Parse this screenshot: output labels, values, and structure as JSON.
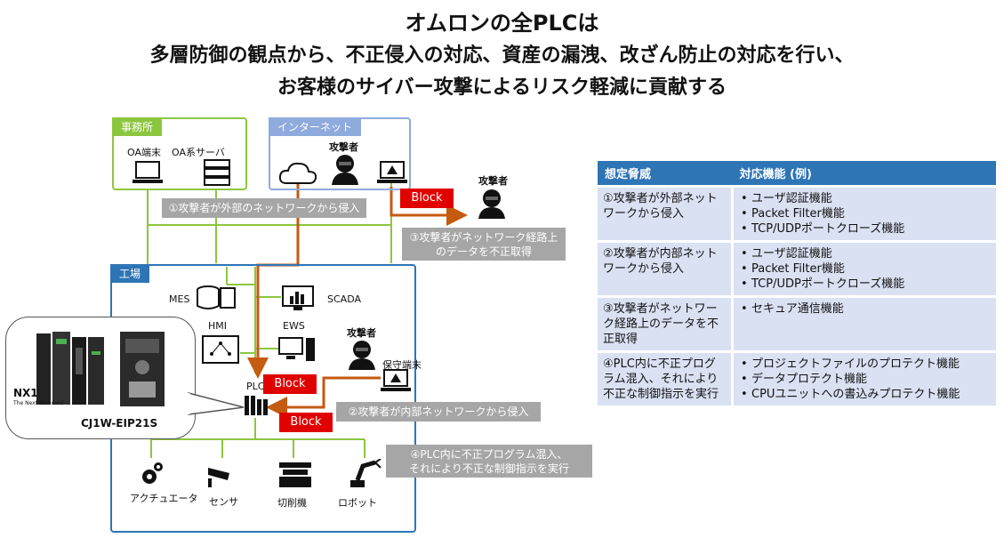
{
  "title": {
    "line1": "オムロンの全PLCは",
    "line2": "多層防御の観点から、不正侵入の対応、資産の漏洩、改ざん防止の対応を行い、",
    "line3": "お客様のサイバー攻撃によるリスク軽減に貢献する"
  },
  "zones": {
    "office": "事務所",
    "internet": "インターネット",
    "factory": "工場"
  },
  "labels": {
    "oa_terminal": "OA端末",
    "oa_server": "OA系サーバ",
    "attacker": "攻撃者",
    "mes": "MES",
    "scada": "SCADA",
    "hmi": "HMI",
    "ews": "EWS",
    "maintenance": "保守端末",
    "plc": "PLC",
    "actuator": "アクチュエータ",
    "sensor": "センサ",
    "cutter": "切削機",
    "robot": "ロボット",
    "nx1": "NX1",
    "nx1_sub": "The Next Standard",
    "cj1w": "CJ1W-EIP21S"
  },
  "paths": {
    "p1": "①攻撃者が外部のネットワークから侵入",
    "p2": "②攻撃者が内部ネットワークから侵入",
    "p3_l1": "③攻撃者がネットワーク経路上",
    "p3_l2": "のデータを不正取得",
    "p4_l1": "④PLC内に不正プログラム混入、",
    "p4_l2": "それにより不正な制御指示を実行"
  },
  "block_label": "Block",
  "table": {
    "headers": [
      "想定脅威",
      "対応機能 (例)"
    ],
    "rows": [
      {
        "threat": "①攻撃者が外部ネットワークから侵入",
        "functions": [
          "ユーザ認証機能",
          "Packet Filter機能",
          "TCP/UDPポートクローズ機能"
        ]
      },
      {
        "threat": "②攻撃者が内部ネットワークから侵入",
        "functions": [
          "ユーザ認証機能",
          "Packet Filter機能",
          "TCP/UDPポートクローズ機能"
        ]
      },
      {
        "threat": "③攻撃者がネットワーク経路上のデータを不正取得",
        "functions": [
          "セキュア通信機能"
        ]
      },
      {
        "threat": "④PLC内に不正プログラム混入、それにより不正な制御指示を実行",
        "functions": [
          "プロジェクトファイルのプロテクト機能",
          "データプロテクト機能",
          "CPUユニットへの書込みプロテクト機能"
        ]
      }
    ]
  },
  "colors": {
    "green": "#8cc63f",
    "blue": "#2e75b6",
    "orange": "#c55a11",
    "red": "#e00000",
    "gray": "#a6a6a6",
    "table_bg": "#dae1f3"
  }
}
